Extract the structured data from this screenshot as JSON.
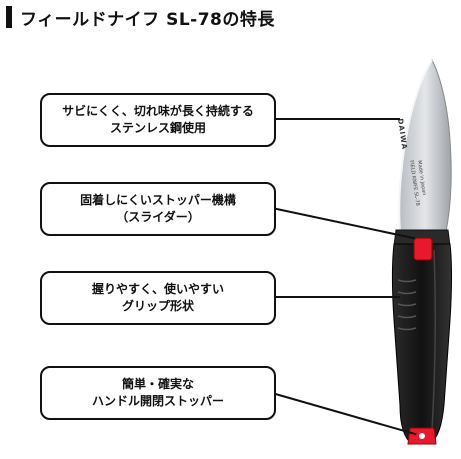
{
  "header": {
    "title": "フィールドナイフ SL-78の特長"
  },
  "knife": {
    "brand_mark": "DAIWA",
    "blade_text_1": "FIELD KNIFE SL-78",
    "blade_text_2": "Made in Japan"
  },
  "features": [
    {
      "line1": "サビにくく、切れ味が長く持続する",
      "line2": "ステンレス鋼使用"
    },
    {
      "line1": "固着しにくいストッパー機構",
      "line2": "（スライダー）"
    },
    {
      "line1": "握りやすく、使いやすい",
      "line2": "グリップ形状"
    },
    {
      "line1": "簡単・確実な",
      "line2": "ハンドル開閉ストッパー"
    }
  ],
  "colors": {
    "accent": "#e8192c",
    "handle": "#1a1a1a",
    "blade": "#c9ccd0"
  }
}
